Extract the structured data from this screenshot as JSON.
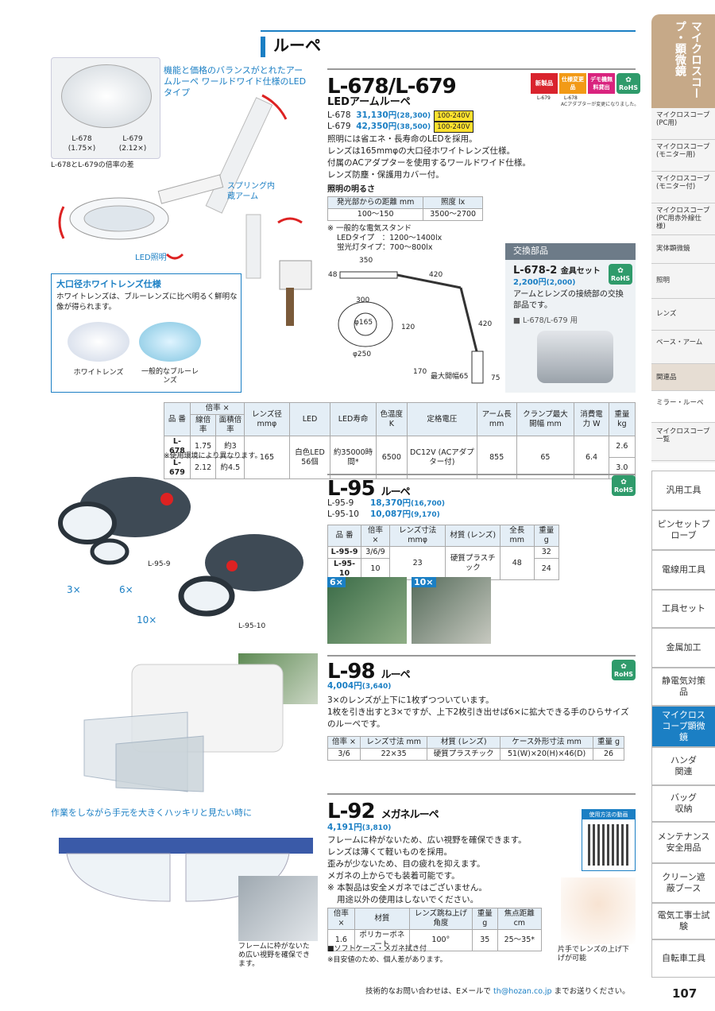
{
  "section_title": "ルーペ",
  "side_header": "マイクロスコープ・顕微鏡",
  "side_sub": [
    "マイクロスコープ(PC用)",
    "マイクロスコープ(モニター用)",
    "マイクロスコープ(モニター付)",
    "マイクロスコープ(PC用赤外線仕様)",
    "実体顕微鏡",
    "照明",
    "レンズ",
    "ベース・アーム",
    "関連品",
    "ミラー・ルーペ",
    "マイクロスコープ一覧"
  ],
  "side_cats": [
    "汎用工具",
    "ピンセットプローブ",
    "電線用工具",
    "工具セット",
    "金属加工",
    "静電気対策品",
    "マイクロスコープ顕微鏡",
    "ハンダ関連",
    "バッグ収納",
    "メンテナンス安全用品",
    "クリーン遮蔽ブース",
    "電気工事士試験",
    "自転車工具"
  ],
  "l678": {
    "callout": "機能と価格のバランスがとれたアームルーペ ワールドワイド仕様のLEDタイプ",
    "inset_a": "L-678 (1.75×)",
    "inset_b": "L-679 (2.12×)",
    "inset_caption": "L-678とL-679の倍率の差",
    "spring": "スプリング内蔵アーム",
    "led_label": "LED照明",
    "title": "L-678/L-679",
    "subtitle": "LEDアームルーペ",
    "badges": [
      "新製品",
      "仕様変更品",
      "デモ機無料貸出",
      "RoHS"
    ],
    "badge_note1": "L-679",
    "badge_note2": "L-678",
    "badge_note3": "ACアダプターが変更になりました。",
    "prices": [
      {
        "model": "L-678",
        "price": "31,130円",
        "net": "(28,300)",
        "volt": "100-240V"
      },
      {
        "model": "L-679",
        "price": "42,350円",
        "net": "(38,500)",
        "volt": "100-240V"
      }
    ],
    "desc": [
      "照明には省エネ・長寿命のLEDを採用。",
      "レンズは165mmφの大口径ホワイトレンズ仕様。",
      "付属のACアダプターを使用するワールドワイド仕様。",
      "レンズ防塵・保護用カバー付。"
    ],
    "bright_title": "照明の明るさ",
    "bright_head": [
      "発光部からの距離 mm",
      "照度 lx"
    ],
    "bright_row": [
      "100〜150",
      "3500〜2700"
    ],
    "bright_note": [
      "※ 一般的な電気スタンド",
      "LEDタイプ　：1200〜1400lx",
      "蛍光灯タイプ：700〜800lx"
    ],
    "dims": [
      "350",
      "48",
      "420",
      "300",
      "φ165",
      "120",
      "420",
      "φ250",
      "170",
      "最大開幅65",
      "75"
    ],
    "lens_box_title": "大口径ホワイトレンズ仕様",
    "lens_box_text": "ホワイトレンズは、ブルーレンズに比べ明るく鮮明な像が得られます。",
    "lens_a": "ホワイトレンズ",
    "lens_b": "一般的なブルーレンズ",
    "spec_head": [
      "品 番",
      "倍率 ×",
      "線倍率",
      "面積倍率",
      "レンズ径 mmφ",
      "LED",
      "LED寿命",
      "色温度 K",
      "定格電圧",
      "アーム長 mm",
      "クランプ最大開幅 mm",
      "消費電力 W",
      "重量 kg"
    ],
    "spec_rows": [
      [
        "L-678",
        "1.75",
        "約3",
        "2.6"
      ],
      [
        "L-679",
        "2.12",
        "約4.5",
        "3.0"
      ]
    ],
    "spec_common": [
      "165",
      "白色LED 56個",
      "約35000時間*",
      "6500",
      "DC12V (ACアダプター付)",
      "855",
      "65",
      "6.4"
    ],
    "spec_note": "※使用環境により異なります。"
  },
  "parts": {
    "header": "交換部品",
    "model": "L-678-2",
    "name": "金具セット",
    "price": "2,200円",
    "net": "(2,000)",
    "desc": "アームとレンズの接続部の交換部品です。",
    "use": "■ L-678/L-679 用"
  },
  "l95": {
    "title": "L-95",
    "subtitle": "ルーペ",
    "prices": [
      {
        "model": "L-95-9",
        "price": "18,370円",
        "net": "(16,700)"
      },
      {
        "model": "L-95-10",
        "price": "10,087円",
        "net": "(9,170)"
      }
    ],
    "labels": [
      "L-95-9",
      "3×",
      "6×",
      "10×",
      "L-95-10"
    ],
    "head": [
      "品 番",
      "倍率 ×",
      "レンズ寸法 mmφ",
      "材質 (レンズ)",
      "全長 mm",
      "重量 g"
    ],
    "rows": [
      [
        "L-95-9",
        "3/6/9",
        "32"
      ],
      [
        "L-95-10",
        "10",
        "24"
      ]
    ],
    "common": [
      "23",
      "硬質プラスチック",
      "48"
    ],
    "photo_a": "6×",
    "photo_b": "10×"
  },
  "l98": {
    "title": "L-98",
    "subtitle": "ルーペ",
    "price": "4,004円",
    "net": "(3,640)",
    "desc": [
      "3×のレンズが上下に1枚ずつついています。",
      "1枚を引き出すと3×ですが、上下2枚引き出せば6×に拡大できる手のひらサイズのルーペです。"
    ],
    "head": [
      "倍率 ×",
      "レンズ寸法 mm",
      "材質 (レンズ)",
      "ケース外形寸法 mm",
      "重量 g"
    ],
    "row": [
      "3/6",
      "22×35",
      "硬質プラスチック",
      "51(W)×20(H)×46(D)",
      "26"
    ]
  },
  "l92": {
    "callout": "作業をしながら手元を大きくハッキリと見たい時に",
    "title": "L-92",
    "subtitle": "メガネルーペ",
    "price": "4,191円",
    "net": "(3,810)",
    "desc": [
      "フレームに枠がないため、広い視野を確保できます。",
      "レンズは薄くて軽いものを採用。",
      "歪みが少ないため、目の疲れを抑えます。",
      "メガネの上からでも装着可能です。",
      "※ 本製品は安全メガネではございません。",
      "用途以外の使用はしないでください。"
    ],
    "head": [
      "倍率 ×",
      "材質",
      "レンズ跳ね上げ角度",
      "重量 g",
      "焦点距離 cm"
    ],
    "row": [
      "1.6",
      "ポリカーボネート",
      "100°",
      "35",
      "25〜35*"
    ],
    "notes": [
      "■ソフトケース・メガネ拭き付",
      "※目安値のため、個人差があります。"
    ],
    "frame_note": "フレームに枠がないため広い視野を確保できます。",
    "flip_note": "片手でレンズの上げ下げが可能",
    "video": "使用方法の動画"
  },
  "footer": {
    "text": "技術的なお問い合わせは、Eメールで",
    "email": "th@hozan.co.jp",
    "text2": "までお送りください。",
    "page": "107"
  }
}
